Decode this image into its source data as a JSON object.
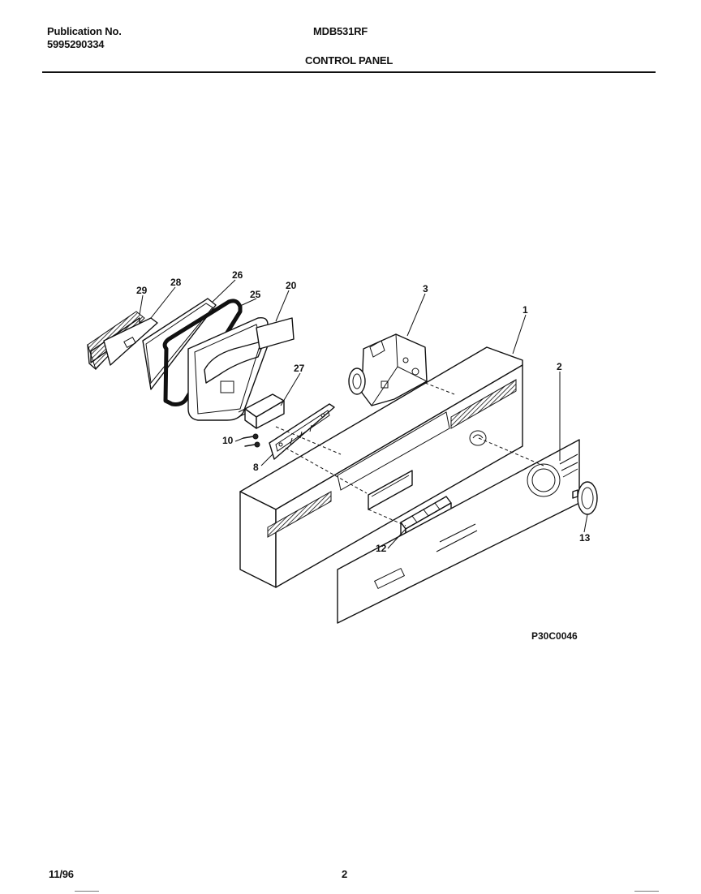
{
  "header": {
    "publication_label": "Publication No.",
    "publication_number": "5995290334",
    "model": "MDB531RF",
    "section_title": "CONTROL PANEL"
  },
  "diagram": {
    "drawing_code": "P30C0046",
    "callouts": [
      "29",
      "28",
      "26",
      "25",
      "20",
      "3",
      "1",
      "27",
      "2",
      "10",
      "8",
      "12",
      "13"
    ]
  },
  "footer": {
    "date": "11/96",
    "page": "2"
  }
}
